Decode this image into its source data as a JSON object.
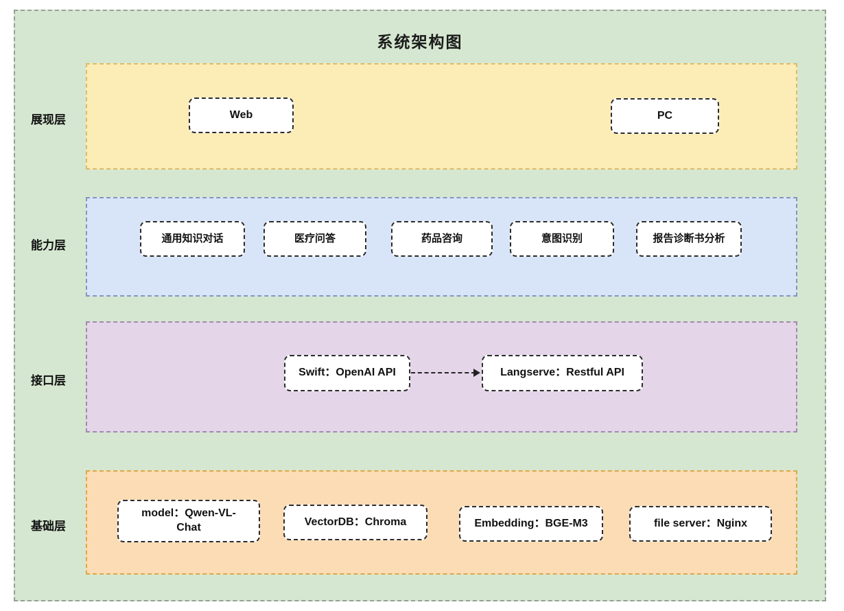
{
  "title": "系统架构图",
  "colors": {
    "canvas_bg": "#ffffff",
    "container_bg": "#d5e7d0",
    "container_border": "#95a095",
    "presentation_bg": "#fcedb7",
    "presentation_border": "#dbbc6b",
    "capability_bg": "#d8e5f8",
    "capability_border": "#8396bb",
    "interface_bg": "#e4d5e9",
    "interface_border": "#9c8daa",
    "foundation_bg": "#fcdcb5",
    "foundation_border": "#d9a94a",
    "node_bg": "#ffffff",
    "node_border": "#2b2b2b"
  },
  "layers": [
    {
      "label": "展现层",
      "nodes": [
        {
          "label": "Web"
        },
        {
          "label": "PC"
        }
      ]
    },
    {
      "label": "能力层",
      "nodes": [
        {
          "label": "通用知识对话"
        },
        {
          "label": "医疗问答"
        },
        {
          "label": "药品咨询"
        },
        {
          "label": "意图识别"
        },
        {
          "label": "报告诊断书分析"
        }
      ]
    },
    {
      "label": "接口层",
      "nodes": [
        {
          "label": "Swift：OpenAI API"
        },
        {
          "label": "Langserve：Restful API"
        }
      ],
      "connector": {
        "type": "dashed-arrow",
        "from": "Swift：OpenAI API",
        "to": "Langserve：Restful API"
      }
    },
    {
      "label": "基础层",
      "nodes": [
        {
          "label": "model：Qwen-VL-Chat"
        },
        {
          "label": "VectorDB：Chroma"
        },
        {
          "label": "Embedding：BGE-M3"
        },
        {
          "label": "file server：Nginx"
        }
      ]
    }
  ]
}
